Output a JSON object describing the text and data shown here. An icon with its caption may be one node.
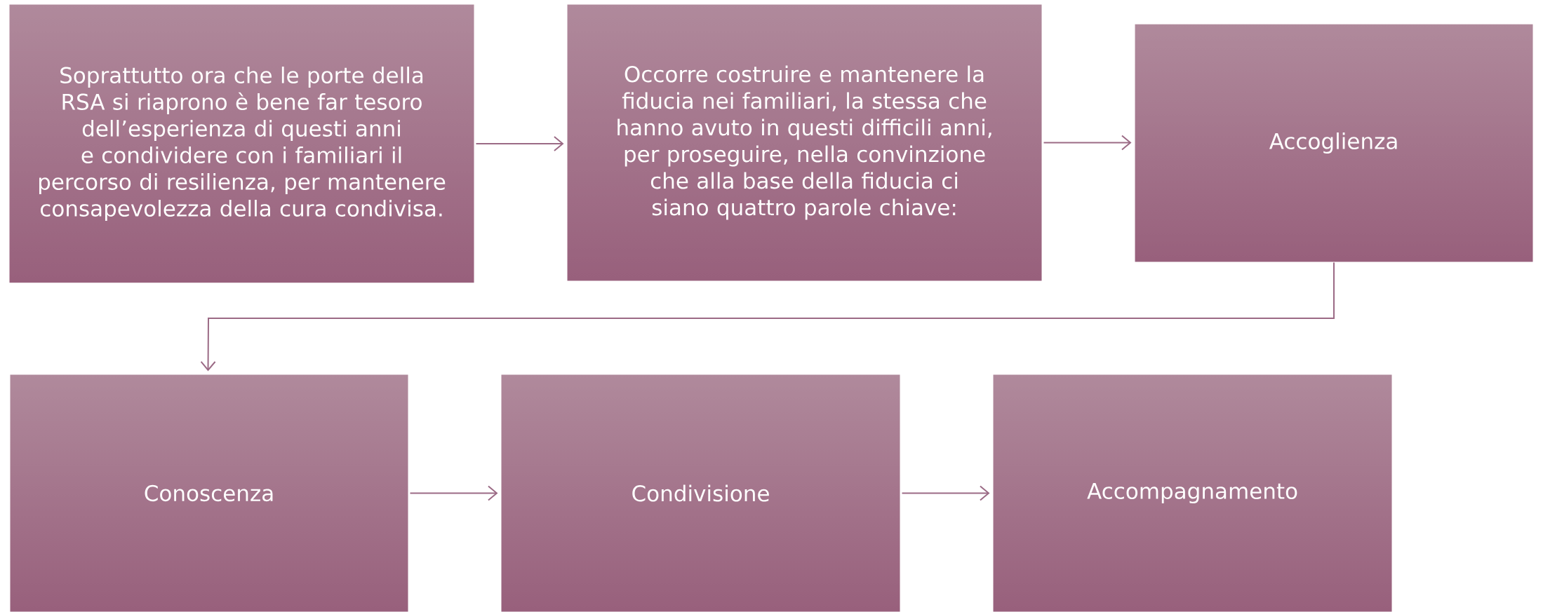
{
  "diagram": {
    "nodes": [
      {
        "text": [
          "Soprattutto  ora che le porte della RSA si riaprono è bene far tesoro dell’esperienza di questi anni e condividere con i familiari il percorso di resilienza, per mantenere consapevolezza della cura condivisa."
        ]
      },
      {
        "text": [
          "Occorre costruire e mantenere la fiducia nei familiari, la stessa che hanno avuto in questi difficili anni, per proseguire, nella convinzione che alla base della fiducia ci siano quattro parole chiave:"
        ]
      },
      {
        "text": [
          "Accoglienza"
        ]
      },
      {
        "text": [
          "Conoscenza"
        ]
      },
      {
        "text": [
          "Condivisione"
        ]
      },
      {
        "text": [
          "Accompagnamento"
        ]
      }
    ],
    "edges": [
      {
        "from": 0,
        "to": 1,
        "arrow": "to"
      },
      {
        "from": 1,
        "to": 2,
        "arrow": "to"
      },
      {
        "from": 2,
        "to": 3,
        "arrow": "to"
      },
      {
        "from": 3,
        "to": 4,
        "arrow": "to"
      },
      {
        "from": 4,
        "to": 5,
        "arrow": "to"
      }
    ]
  }
}
